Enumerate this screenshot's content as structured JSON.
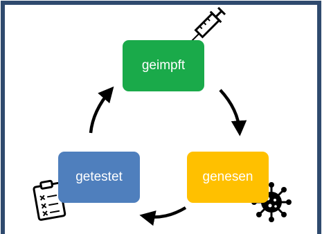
{
  "diagram": {
    "nodes": [
      {
        "id": "geimpft",
        "label": "geimpft",
        "color": "#1aaa4a",
        "icon": "syringe-icon"
      },
      {
        "id": "genesen",
        "label": "genesen",
        "color": "#ffc000",
        "icon": "virus-icon"
      },
      {
        "id": "getestet",
        "label": "getestet",
        "color": "#4f7fbd",
        "icon": "clipboard-checklist-icon"
      }
    ],
    "cycle": [
      "geimpft",
      "genesen",
      "getestet",
      "geimpft"
    ],
    "frame_color": "#2f4a6e",
    "arrow_color": "#000000"
  }
}
